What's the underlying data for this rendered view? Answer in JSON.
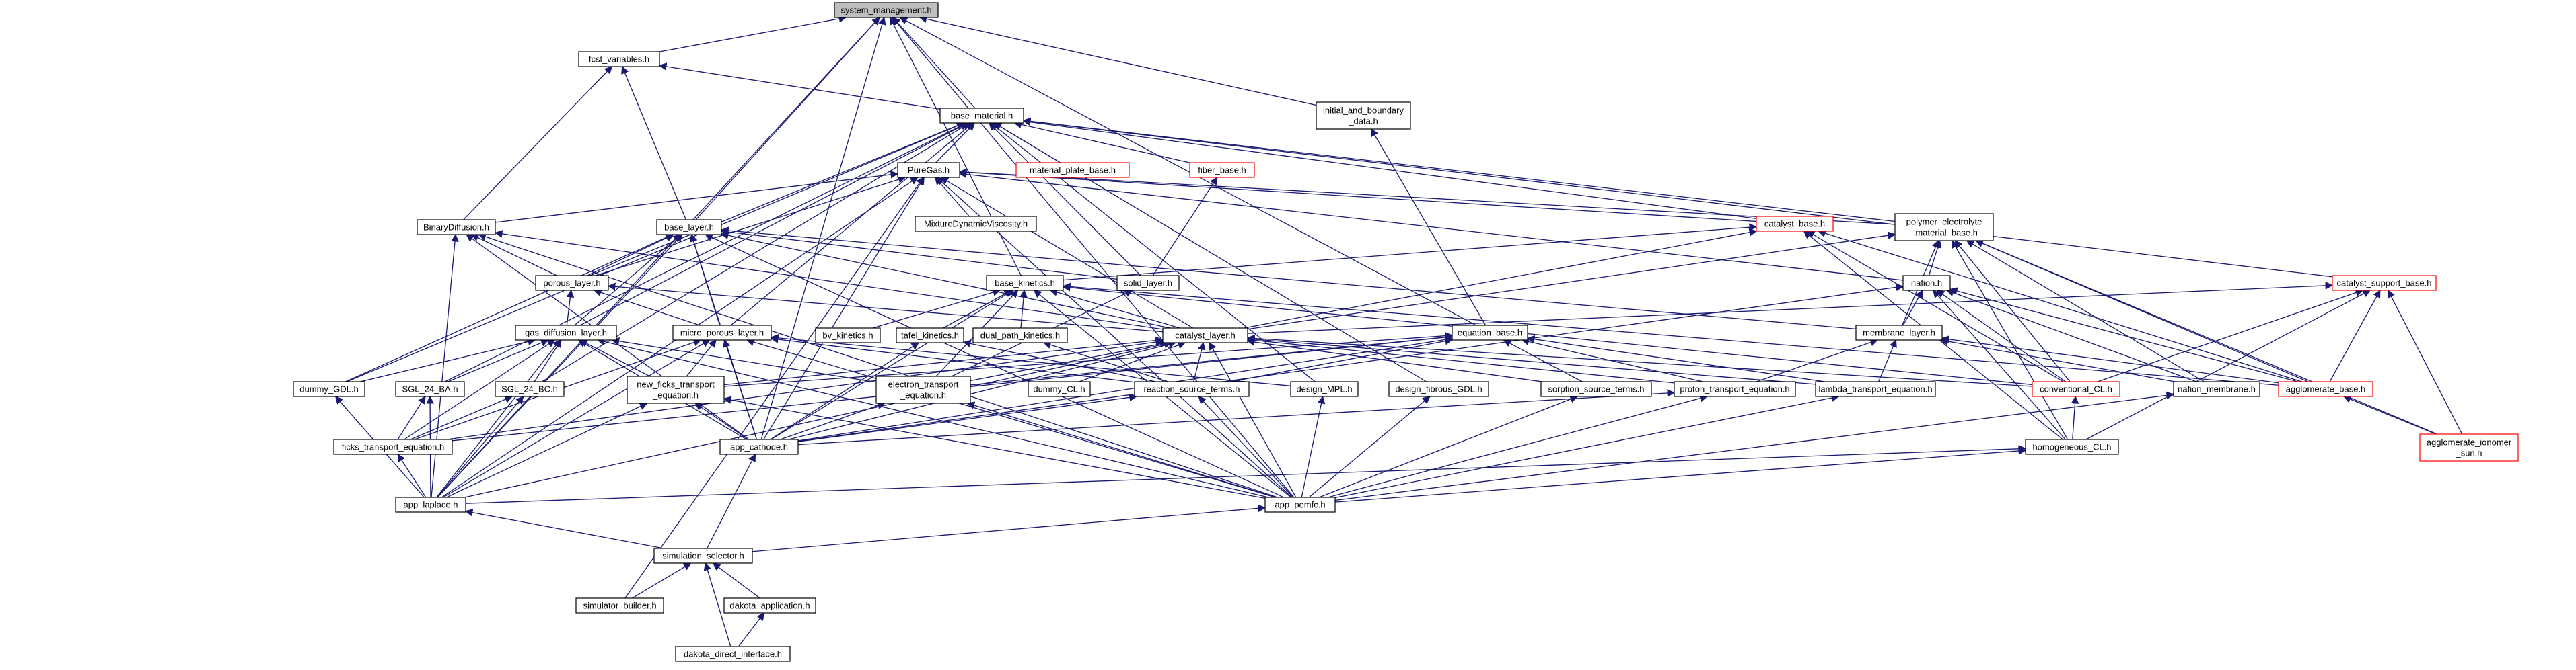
{
  "nodes": [
    {
      "id": "system_management",
      "label": [
        "system_management.h"
      ],
      "root": true
    },
    {
      "id": "fcst_variables",
      "label": [
        "fcst_variables.h"
      ]
    },
    {
      "id": "base_material",
      "label": [
        "base_material.h"
      ]
    },
    {
      "id": "initial_boundary",
      "label": [
        "initial_and_boundary",
        "_data.h"
      ]
    },
    {
      "id": "PureGas",
      "label": [
        "PureGas.h"
      ]
    },
    {
      "id": "material_plate_base",
      "label": [
        "material_plate_base.h"
      ],
      "red": true
    },
    {
      "id": "fiber_base",
      "label": [
        "fiber_base.h"
      ],
      "red": true
    },
    {
      "id": "MixtureDynamicViscosity",
      "label": [
        "MixtureDynamicViscosity.h"
      ]
    },
    {
      "id": "BinaryDiffusion",
      "label": [
        "BinaryDiffusion.h"
      ]
    },
    {
      "id": "base_layer",
      "label": [
        "base_layer.h"
      ]
    },
    {
      "id": "catalyst_base",
      "label": [
        "catalyst_base.h"
      ],
      "red": true
    },
    {
      "id": "polymer_electrolyte",
      "label": [
        "polymer_electrolyte",
        "_material_base.h"
      ]
    },
    {
      "id": "base_kinetics",
      "label": [
        "base_kinetics.h"
      ]
    },
    {
      "id": "solid_layer",
      "label": [
        "solid_layer.h"
      ]
    },
    {
      "id": "nafion",
      "label": [
        "nafion.h"
      ]
    },
    {
      "id": "catalyst_support_base",
      "label": [
        "catalyst_support_base.h"
      ],
      "red": true
    },
    {
      "id": "porous_layer",
      "label": [
        "porous_layer.h"
      ]
    },
    {
      "id": "gas_diffusion_layer",
      "label": [
        "gas_diffusion_layer.h"
      ]
    },
    {
      "id": "micro_porous_layer",
      "label": [
        "micro_porous_layer.h"
      ]
    },
    {
      "id": "bv_kinetics",
      "label": [
        "bv_kinetics.h"
      ]
    },
    {
      "id": "tafel_kinetics",
      "label": [
        "tafel_kinetics.h"
      ]
    },
    {
      "id": "dual_path_kinetics",
      "label": [
        "dual_path_kinetics.h"
      ]
    },
    {
      "id": "catalyst_layer",
      "label": [
        "catalyst_layer.h"
      ]
    },
    {
      "id": "equation_base",
      "label": [
        "equation_base.h"
      ]
    },
    {
      "id": "membrane_layer",
      "label": [
        "membrane_layer.h"
      ]
    },
    {
      "id": "dummy_GDL",
      "label": [
        "dummy_GDL.h"
      ]
    },
    {
      "id": "SGL_24_BA",
      "label": [
        "SGL_24_BA.h"
      ]
    },
    {
      "id": "SGL_24_BC",
      "label": [
        "SGL_24_BC.h"
      ]
    },
    {
      "id": "new_ficks",
      "label": [
        "new_ficks_transport",
        "_equation.h"
      ]
    },
    {
      "id": "electron_transport",
      "label": [
        "electron_transport",
        "_equation.h"
      ]
    },
    {
      "id": "dummy_CL",
      "label": [
        "dummy_CL.h"
      ]
    },
    {
      "id": "reaction_source",
      "label": [
        "reaction_source_terms.h"
      ]
    },
    {
      "id": "design_MPL",
      "label": [
        "design_MPL.h"
      ]
    },
    {
      "id": "design_fibrous_GDL",
      "label": [
        "design_fibrous_GDL.h"
      ]
    },
    {
      "id": "sorption_source",
      "label": [
        "sorption_source_terms.h"
      ]
    },
    {
      "id": "proton_transport",
      "label": [
        "proton_transport_equation.h"
      ]
    },
    {
      "id": "lambda_transport",
      "label": [
        "lambda_transport_equation.h"
      ]
    },
    {
      "id": "conventional_CL",
      "label": [
        "conventional_CL.h"
      ],
      "red": true
    },
    {
      "id": "nafion_membrane",
      "label": [
        "nafion_membrane.h"
      ]
    },
    {
      "id": "agglomerate_base",
      "label": [
        "agglomerate_base.h"
      ],
      "red": true
    },
    {
      "id": "ficks_transport",
      "label": [
        "ficks_transport_equation.h"
      ]
    },
    {
      "id": "app_cathode",
      "label": [
        "app_cathode.h"
      ]
    },
    {
      "id": "homogeneous_CL",
      "label": [
        "homogeneous_CL.h"
      ]
    },
    {
      "id": "agglomerate_ionomer",
      "label": [
        "agglomerate_ionomer",
        "_sun.h"
      ],
      "red": true
    },
    {
      "id": "app_laplace",
      "label": [
        "app_laplace.h"
      ]
    },
    {
      "id": "app_pemfc",
      "label": [
        "app_pemfc.h"
      ]
    },
    {
      "id": "simulation_selector",
      "label": [
        "simulation_selector.h"
      ]
    },
    {
      "id": "simulator_builder",
      "label": [
        "simulator_builder.h"
      ]
    },
    {
      "id": "dakota_application",
      "label": [
        "dakota_application.h"
      ]
    },
    {
      "id": "dakota_direct_interface",
      "label": [
        "dakota_direct_interface.h"
      ]
    }
  ],
  "edges": [
    [
      "fcst_variables",
      "system_management"
    ],
    [
      "base_material",
      "system_management"
    ],
    [
      "initial_boundary",
      "system_management"
    ],
    [
      "base_layer",
      "system_management"
    ],
    [
      "base_kinetics",
      "system_management"
    ],
    [
      "equation_base",
      "system_management"
    ],
    [
      "app_cathode",
      "system_management"
    ],
    [
      "app_laplace",
      "system_management"
    ],
    [
      "app_pemfc",
      "system_management"
    ],
    [
      "base_material",
      "fcst_variables"
    ],
    [
      "BinaryDiffusion",
      "fcst_variables"
    ],
    [
      "base_layer",
      "fcst_variables"
    ],
    [
      "PureGas",
      "base_material"
    ],
    [
      "material_plate_base",
      "base_material"
    ],
    [
      "fiber_base",
      "base_material"
    ],
    [
      "polymer_electrolyte",
      "base_material"
    ],
    [
      "catalyst_support_base",
      "base_material"
    ],
    [
      "solid_layer",
      "base_material"
    ],
    [
      "porous_layer",
      "base_material"
    ],
    [
      "gas_diffusion_layer",
      "base_material"
    ],
    [
      "micro_porous_layer",
      "base_material"
    ],
    [
      "dummy_GDL",
      "base_material"
    ],
    [
      "SGL_24_BA",
      "base_material"
    ],
    [
      "SGL_24_BC",
      "base_material"
    ],
    [
      "design_MPL",
      "base_material"
    ],
    [
      "design_fibrous_GDL",
      "base_material"
    ],
    [
      "catalyst_base",
      "base_material"
    ],
    [
      "MixtureDynamicViscosity",
      "PureGas"
    ],
    [
      "BinaryDiffusion",
      "PureGas"
    ],
    [
      "catalyst_base",
      "PureGas"
    ],
    [
      "polymer_electrolyte",
      "PureGas"
    ],
    [
      "nafion",
      "PureGas"
    ],
    [
      "porous_layer",
      "PureGas"
    ],
    [
      "catalyst_layer",
      "PureGas"
    ],
    [
      "app_cathode",
      "PureGas"
    ],
    [
      "app_laplace",
      "PureGas"
    ],
    [
      "app_pemfc",
      "PureGas"
    ],
    [
      "solid_layer",
      "fiber_base"
    ],
    [
      "equation_base",
      "initial_boundary"
    ],
    [
      "porous_layer",
      "BinaryDiffusion"
    ],
    [
      "catalyst_layer",
      "BinaryDiffusion"
    ],
    [
      "app_cathode",
      "BinaryDiffusion"
    ],
    [
      "app_laplace",
      "BinaryDiffusion"
    ],
    [
      "app_pemfc",
      "BinaryDiffusion"
    ],
    [
      "porous_layer",
      "base_layer"
    ],
    [
      "solid_layer",
      "base_layer"
    ],
    [
      "membrane_layer",
      "base_layer"
    ],
    [
      "gas_diffusion_layer",
      "base_layer"
    ],
    [
      "micro_porous_layer",
      "base_layer"
    ],
    [
      "catalyst_layer",
      "base_layer"
    ],
    [
      "dummy_GDL",
      "base_layer"
    ],
    [
      "app_cathode",
      "base_layer"
    ],
    [
      "app_laplace",
      "base_layer"
    ],
    [
      "app_pemfc",
      "base_layer"
    ],
    [
      "base_kinetics",
      "catalyst_base"
    ],
    [
      "catalyst_layer",
      "catalyst_base"
    ],
    [
      "conventional_CL",
      "catalyst_base"
    ],
    [
      "agglomerate_base",
      "catalyst_base"
    ],
    [
      "homogeneous_CL",
      "catalyst_base"
    ],
    [
      "nafion",
      "polymer_electrolyte"
    ],
    [
      "membrane_layer",
      "polymer_electrolyte"
    ],
    [
      "catalyst_layer",
      "polymer_electrolyte"
    ],
    [
      "conventional_CL",
      "polymer_electrolyte"
    ],
    [
      "agglomerate_base",
      "polymer_electrolyte"
    ],
    [
      "nafion_membrane",
      "polymer_electrolyte"
    ],
    [
      "agglomerate_ionomer",
      "polymer_electrolyte"
    ],
    [
      "homogeneous_CL",
      "polymer_electrolyte"
    ],
    [
      "bv_kinetics",
      "base_kinetics"
    ],
    [
      "tafel_kinetics",
      "base_kinetics"
    ],
    [
      "dual_path_kinetics",
      "base_kinetics"
    ],
    [
      "catalyst_layer",
      "base_kinetics"
    ],
    [
      "electron_transport",
      "base_kinetics"
    ],
    [
      "conventional_CL",
      "base_kinetics"
    ],
    [
      "agglomerate_base",
      "base_kinetics"
    ],
    [
      "app_cathode",
      "base_kinetics"
    ],
    [
      "app_pemfc",
      "base_kinetics"
    ],
    [
      "electron_transport",
      "solid_layer"
    ],
    [
      "membrane_layer",
      "nafion"
    ],
    [
      "conventional_CL",
      "nafion"
    ],
    [
      "agglomerate_base",
      "nafion"
    ],
    [
      "nafion_membrane",
      "nafion"
    ],
    [
      "homogeneous_CL",
      "nafion"
    ],
    [
      "app_cathode",
      "nafion"
    ],
    [
      "catalyst_layer",
      "catalyst_support_base"
    ],
    [
      "conventional_CL",
      "catalyst_support_base"
    ],
    [
      "agglomerate_base",
      "catalyst_support_base"
    ],
    [
      "agglomerate_ionomer",
      "catalyst_support_base"
    ],
    [
      "homogeneous_CL",
      "catalyst_support_base"
    ],
    [
      "gas_diffusion_layer",
      "porous_layer"
    ],
    [
      "micro_porous_layer",
      "porous_layer"
    ],
    [
      "catalyst_layer",
      "porous_layer"
    ],
    [
      "dummy_GDL",
      "gas_diffusion_layer"
    ],
    [
      "SGL_24_BA",
      "gas_diffusion_layer"
    ],
    [
      "SGL_24_BC",
      "gas_diffusion_layer"
    ],
    [
      "ficks_transport",
      "gas_diffusion_layer"
    ],
    [
      "new_ficks",
      "gas_diffusion_layer"
    ],
    [
      "electron_transport",
      "gas_diffusion_layer"
    ],
    [
      "app_cathode",
      "gas_diffusion_layer"
    ],
    [
      "app_laplace",
      "gas_diffusion_layer"
    ],
    [
      "app_pemfc",
      "gas_diffusion_layer"
    ],
    [
      "design_MPL",
      "micro_porous_layer"
    ],
    [
      "ficks_transport",
      "micro_porous_layer"
    ],
    [
      "new_ficks",
      "micro_porous_layer"
    ],
    [
      "reaction_source",
      "micro_porous_layer"
    ],
    [
      "app_cathode",
      "micro_porous_layer"
    ],
    [
      "app_laplace",
      "micro_porous_layer"
    ],
    [
      "app_pemfc",
      "micro_porous_layer"
    ],
    [
      "reaction_source",
      "tafel_kinetics"
    ],
    [
      "app_cathode",
      "tafel_kinetics"
    ],
    [
      "reaction_source",
      "dual_path_kinetics"
    ],
    [
      "dummy_CL",
      "catalyst_layer"
    ],
    [
      "conventional_CL",
      "catalyst_layer"
    ],
    [
      "new_ficks",
      "catalyst_layer"
    ],
    [
      "electron_transport",
      "catalyst_layer"
    ],
    [
      "reaction_source",
      "catalyst_layer"
    ],
    [
      "proton_transport",
      "catalyst_layer"
    ],
    [
      "lambda_transport",
      "catalyst_layer"
    ],
    [
      "sorption_source",
      "catalyst_layer"
    ],
    [
      "ficks_transport",
      "catalyst_layer"
    ],
    [
      "app_cathode",
      "catalyst_layer"
    ],
    [
      "app_laplace",
      "catalyst_layer"
    ],
    [
      "app_pemfc",
      "catalyst_layer"
    ],
    [
      "ficks_transport",
      "equation_base"
    ],
    [
      "new_ficks",
      "equation_base"
    ],
    [
      "electron_transport",
      "equation_base"
    ],
    [
      "reaction_source",
      "equation_base"
    ],
    [
      "proton_transport",
      "equation_base"
    ],
    [
      "lambda_transport",
      "equation_base"
    ],
    [
      "sorption_source",
      "equation_base"
    ],
    [
      "app_cathode",
      "equation_base"
    ],
    [
      "proton_transport",
      "membrane_layer"
    ],
    [
      "lambda_transport",
      "membrane_layer"
    ],
    [
      "agglomerate_base",
      "membrane_layer"
    ],
    [
      "nafion_membrane",
      "membrane_layer"
    ],
    [
      "app_laplace",
      "dummy_GDL"
    ],
    [
      "ficks_transport",
      "SGL_24_BA"
    ],
    [
      "app_laplace",
      "SGL_24_BA"
    ],
    [
      "ficks_transport",
      "SGL_24_BC"
    ],
    [
      "app_laplace",
      "SGL_24_BC"
    ],
    [
      "app_cathode",
      "new_ficks"
    ],
    [
      "app_laplace",
      "new_ficks"
    ],
    [
      "app_pemfc",
      "new_ficks"
    ],
    [
      "app_cathode",
      "electron_transport"
    ],
    [
      "app_pemfc",
      "electron_transport"
    ],
    [
      "app_cathode",
      "reaction_source"
    ],
    [
      "app_pemfc",
      "reaction_source"
    ],
    [
      "app_pemfc",
      "design_MPL"
    ],
    [
      "app_pemfc",
      "design_fibrous_GDL"
    ],
    [
      "app_cathode",
      "proton_transport"
    ],
    [
      "app_pemfc",
      "proton_transport"
    ],
    [
      "app_pemfc",
      "lambda_transport"
    ],
    [
      "app_pemfc",
      "sorption_source"
    ],
    [
      "app_pemfc",
      "nafion_membrane"
    ],
    [
      "homogeneous_CL",
      "conventional_CL"
    ],
    [
      "agglomerate_ionomer",
      "agglomerate_base"
    ],
    [
      "app_laplace",
      "ficks_transport"
    ],
    [
      "simulation_selector",
      "app_cathode"
    ],
    [
      "app_laplace",
      "homogeneous_CL"
    ],
    [
      "app_pemfc",
      "homogeneous_CL"
    ],
    [
      "simulation_selector",
      "app_laplace"
    ],
    [
      "simulation_selector",
      "app_pemfc"
    ],
    [
      "simulator_builder",
      "simulation_selector"
    ],
    [
      "dakota_application",
      "simulation_selector"
    ],
    [
      "dakota_direct_interface",
      "simulation_selector"
    ],
    [
      "dakota_direct_interface",
      "dakota_application"
    ],
    [
      "simulator_builder",
      "PureGas"
    ]
  ]
}
